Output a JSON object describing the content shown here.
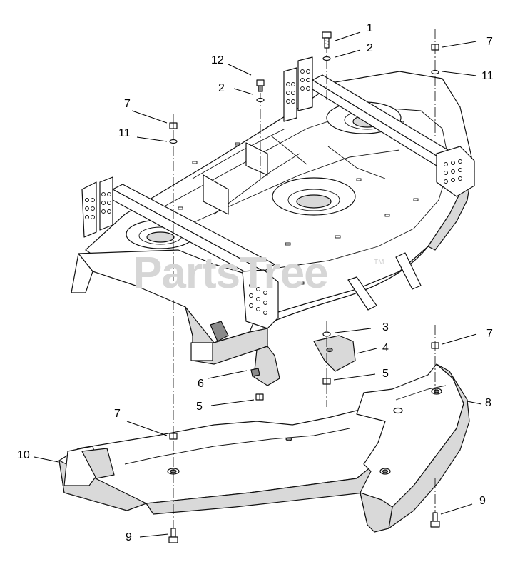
{
  "watermark": {
    "text": "PartsTree",
    "trademark": "TM"
  },
  "callouts": [
    {
      "id": "c1",
      "label": "1"
    },
    {
      "id": "c2a",
      "label": "2"
    },
    {
      "id": "c7a",
      "label": "7"
    },
    {
      "id": "c12",
      "label": "12"
    },
    {
      "id": "c11a",
      "label": "11"
    },
    {
      "id": "c2b",
      "label": "2"
    },
    {
      "id": "c7b",
      "label": "7"
    },
    {
      "id": "c11b",
      "label": "11"
    },
    {
      "id": "c3",
      "label": "3"
    },
    {
      "id": "c4",
      "label": "4"
    },
    {
      "id": "c7c",
      "label": "7"
    },
    {
      "id": "c5a",
      "label": "5"
    },
    {
      "id": "c6",
      "label": "6"
    },
    {
      "id": "c8",
      "label": "8"
    },
    {
      "id": "c5b",
      "label": "5"
    },
    {
      "id": "c7d",
      "label": "7"
    },
    {
      "id": "c10",
      "label": "10"
    },
    {
      "id": "c9a",
      "label": "9"
    },
    {
      "id": "c9b",
      "label": "9"
    }
  ]
}
